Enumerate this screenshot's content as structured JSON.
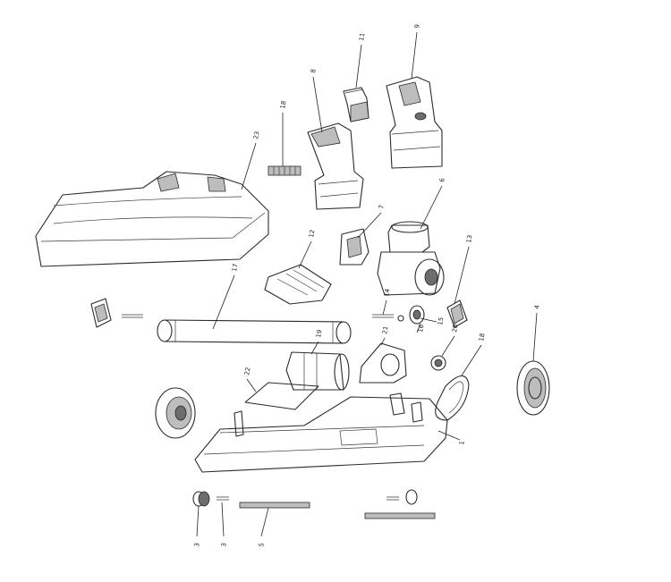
{
  "callouts": [
    {
      "id": "c-11",
      "text": "11"
    },
    {
      "id": "c-9",
      "text": "9"
    },
    {
      "id": "c-8",
      "text": "8"
    },
    {
      "id": "c-18a",
      "text": "18"
    },
    {
      "id": "c-23",
      "text": "23"
    },
    {
      "id": "c-6",
      "text": "6"
    },
    {
      "id": "c-7",
      "text": "7"
    },
    {
      "id": "c-12",
      "text": "12"
    },
    {
      "id": "c-13",
      "text": "13"
    },
    {
      "id": "c-17",
      "text": "17"
    },
    {
      "id": "c-14",
      "text": "14"
    },
    {
      "id": "c-16",
      "text": "16"
    },
    {
      "id": "c-15",
      "text": "15"
    },
    {
      "id": "c-19",
      "text": "19"
    },
    {
      "id": "c-21",
      "text": "21"
    },
    {
      "id": "c-20",
      "text": "20"
    },
    {
      "id": "c-18b",
      "text": "18"
    },
    {
      "id": "c-4",
      "text": "4"
    },
    {
      "id": "c-22",
      "text": "22"
    },
    {
      "id": "c-1",
      "text": "1"
    },
    {
      "id": "c-3a",
      "text": "3"
    },
    {
      "id": "c-3b",
      "text": "3"
    },
    {
      "id": "c-5",
      "text": "5"
    }
  ]
}
